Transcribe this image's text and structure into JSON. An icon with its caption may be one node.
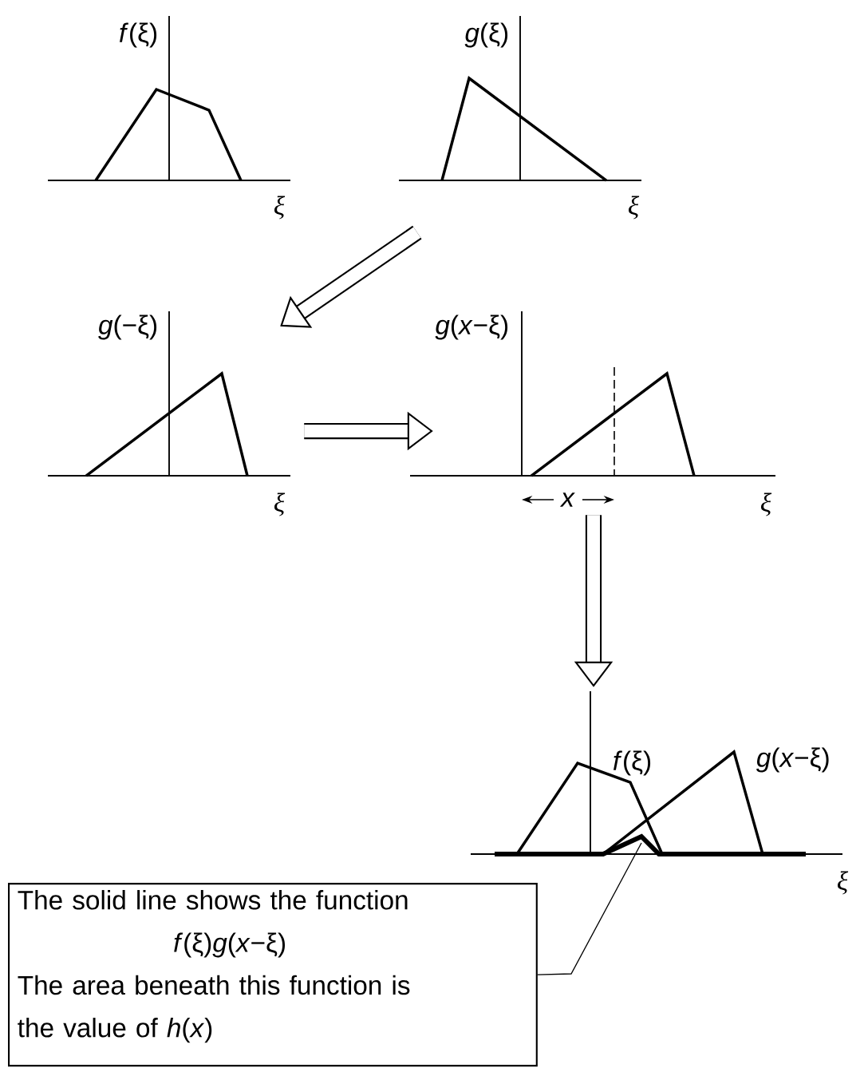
{
  "diagram": {
    "nodes": [
      {
        "text": [
          "*f*(ξ)",
          "ξ"
        ]
      },
      {
        "text": [
          "*g*(ξ)",
          "ξ"
        ]
      },
      {
        "text": [
          "*g*(−ξ)",
          "ξ"
        ]
      },
      {
        "text": [
          "*g*(*x*−ξ)",
          "*x*",
          "ξ"
        ]
      },
      {
        "text": [
          "*f*(ξ)",
          "*g*(*x*−ξ)",
          "ξ"
        ]
      },
      {
        "text": [
          "The solid line shows the function",
          "*f*(ξ)*g*(*x*−ξ)",
          "The area beneath this function is the value of *h*(*x*)"
        ]
      }
    ],
    "edges": [
      {
        "from": 1,
        "to": 2,
        "arrow": "to"
      },
      {
        "from": 2,
        "to": 3,
        "arrow": "to"
      },
      {
        "from": 3,
        "to": 4,
        "arrow": "to"
      },
      {
        "from": 5,
        "to": 4,
        "arrow": "none"
      }
    ]
  }
}
